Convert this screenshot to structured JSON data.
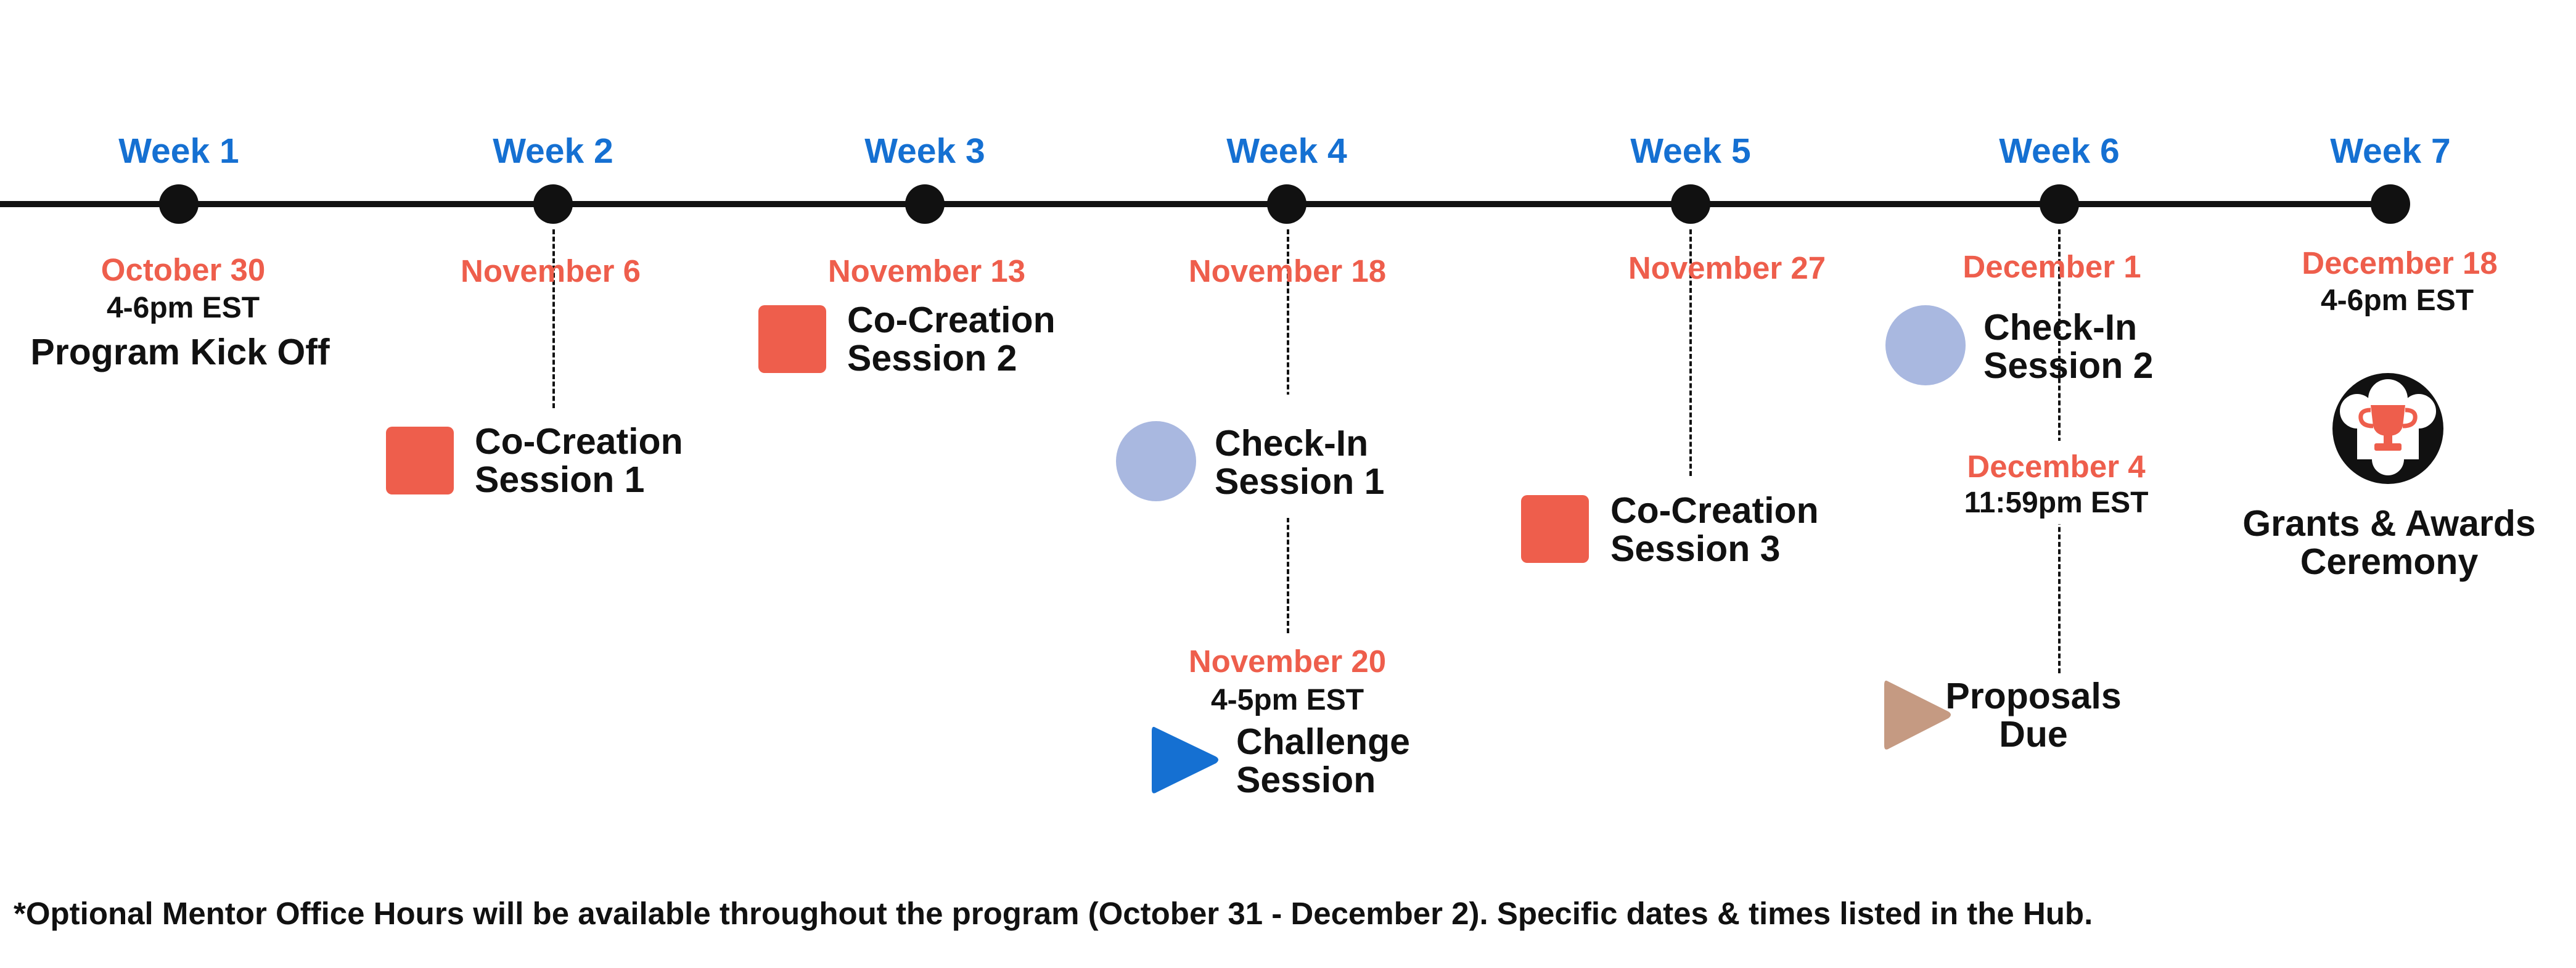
{
  "colors": {
    "week": "#1570d2",
    "date": "#ee5e4c",
    "co_creation": "#ee5e4c",
    "check_in": "#a9b8e0",
    "challenge": "#1570d2",
    "proposals": "#c59a82",
    "line": "#111111"
  },
  "weeks": [
    {
      "label": "Week 1"
    },
    {
      "label": "Week 2"
    },
    {
      "label": "Week 3"
    },
    {
      "label": "Week 4"
    },
    {
      "label": "Week 5"
    },
    {
      "label": "Week 6"
    },
    {
      "label": "Week 7"
    }
  ],
  "events": {
    "kickoff": {
      "date": "October 30",
      "time": "4-6pm EST",
      "label": "Program Kick Off"
    },
    "cocreation1": {
      "date": "November 6",
      "line1": "Co-Creation",
      "line2": "Session 1",
      "icon": "square-icon"
    },
    "cocreation2": {
      "date": "November 13",
      "line1": "Co-Creation",
      "line2": "Session 2",
      "icon": "square-icon"
    },
    "checkin1": {
      "date": "November 18",
      "line1": "Check-In",
      "line2": "Session 1",
      "icon": "circle-icon"
    },
    "challenge": {
      "date": "November 20",
      "time": "4-5pm EST",
      "line1": "Challenge",
      "line2": "Session",
      "icon": "play-triangle-icon"
    },
    "cocreation3": {
      "date": "November 27",
      "line1": "Co-Creation",
      "line2": "Session 3",
      "icon": "square-icon"
    },
    "checkin2": {
      "date": "December 1",
      "line1": "Check-In",
      "line2": "Session 2",
      "icon": "circle-icon"
    },
    "proposals": {
      "date": "December 4",
      "time": "11:59pm EST",
      "line1": "Proposals",
      "line2": "Due",
      "icon": "play-triangle-icon"
    },
    "ceremony": {
      "date": "December 18",
      "time": "4-6pm EST",
      "line1": "Grants & Awards",
      "line2": "Ceremony",
      "icon": "trophy-icon"
    }
  },
  "footnote": "*Optional Mentor Office Hours will be available throughout the program (October 31 - December 2). Specific dates & times listed in the Hub."
}
